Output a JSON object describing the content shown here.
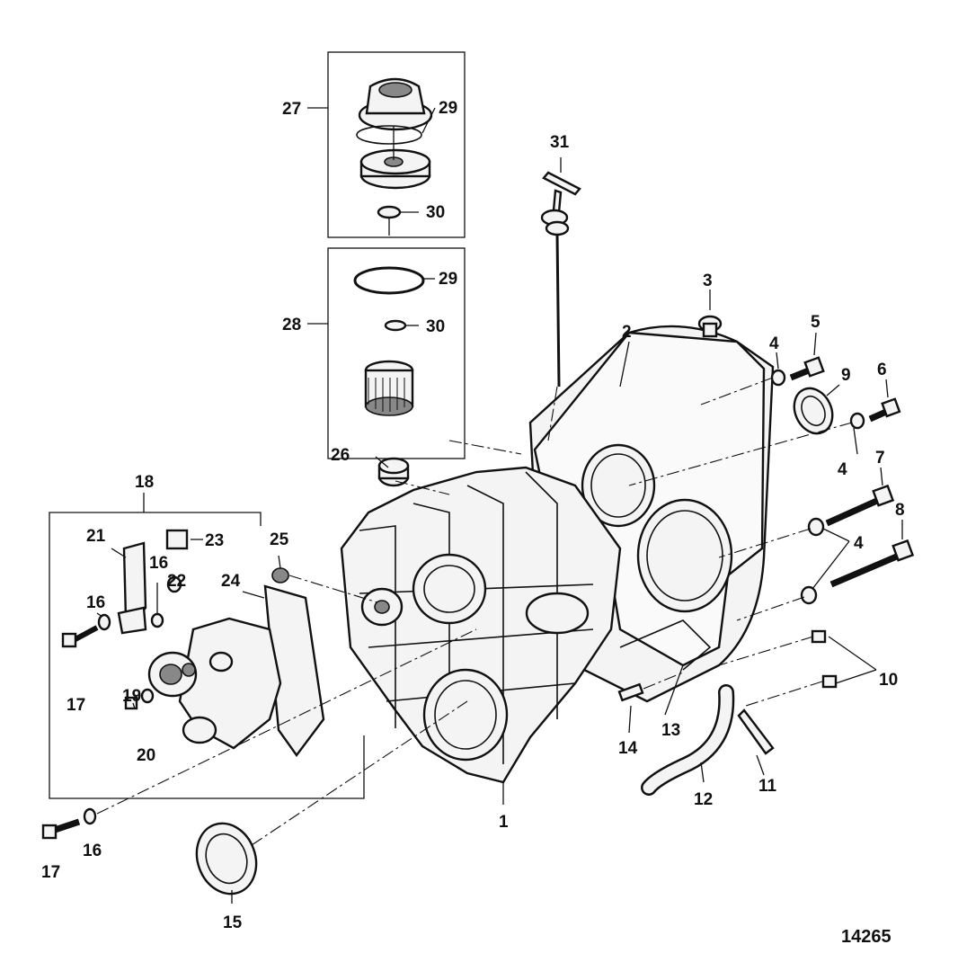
{
  "figure_number": "14265",
  "callouts": {
    "c1": "1",
    "c2": "2",
    "c3": "3",
    "c4a": "4",
    "c4b": "4",
    "c4c": "4",
    "c5": "5",
    "c6": "6",
    "c7": "7",
    "c8": "8",
    "c9": "9",
    "c10": "10",
    "c11": "11",
    "c12": "12",
    "c13": "13",
    "c14": "14",
    "c15": "15",
    "c16a": "16",
    "c16b": "16",
    "c16c": "16",
    "c17a": "17",
    "c17b": "17",
    "c18": "18",
    "c19": "19",
    "c20": "20",
    "c21": "21",
    "c22": "22",
    "c23": "23",
    "c24": "24",
    "c25": "25",
    "c26": "26",
    "c27": "27",
    "c28": "28",
    "c29a": "29",
    "c29b": "29",
    "c30a": "30",
    "c30b": "30",
    "c31": "31"
  }
}
